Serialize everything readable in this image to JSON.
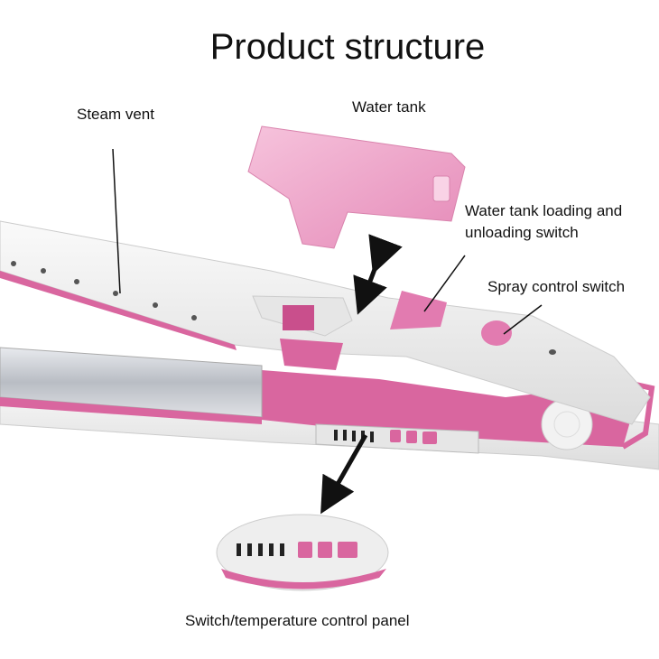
{
  "title": "Product structure",
  "labels": {
    "steam_vent": "Steam vent",
    "water_tank": "Water tank",
    "tank_switch_line1": "Water tank loading and",
    "tank_switch_line2": "unloading switch",
    "spray_switch": "Spray control switch",
    "control_panel": "Switch/temperature control panel"
  },
  "colors": {
    "pink": "#d9669f",
    "light_pink": "#f0a9cc",
    "body": "#eeeeee",
    "plate": "#c9ccd2",
    "line": "#111111"
  }
}
